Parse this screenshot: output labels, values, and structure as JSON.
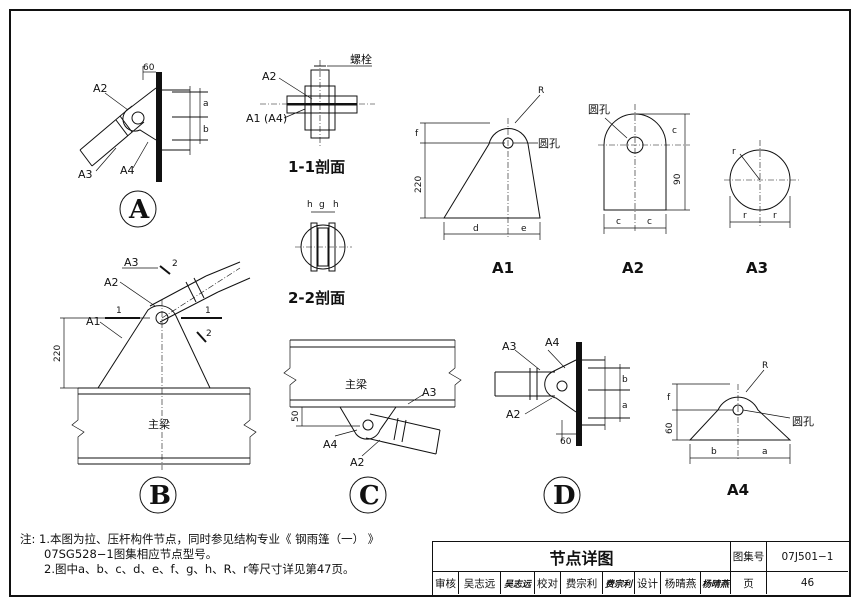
{
  "labels": {
    "A": "A",
    "B": "B",
    "C": "C",
    "D": "D",
    "section_1": "1-1剖面",
    "section_2": "2-2剖面",
    "bolt": "螺栓",
    "round_hole": "圆孔",
    "main_beam": "主梁",
    "a1": "A1",
    "a2": "A2",
    "a3": "A3",
    "a4": "A4",
    "a1a4": "A1 (A4)",
    "one": "1",
    "two": "2"
  },
  "dims": {
    "d60": "60",
    "d220": "220",
    "d90": "90",
    "d50": "50",
    "a": "a",
    "b": "b",
    "c": "c",
    "d": "d",
    "e": "e",
    "f": "f",
    "g": "g",
    "h": "h",
    "R": "R",
    "r": "r"
  },
  "notes": {
    "prefix": "注:",
    "line1": "1.本图为拉、压杆构件节点，同时参见结构专业《 钢雨篷（一） 》",
    "line2": "07SG528−1图集相应节点型号。",
    "line3": "2.图中a、b、c、d、e、f、g、h、R、r等尺寸详见第47页。"
  },
  "title_block": {
    "title": "节点详图",
    "atlas_label": "图集号",
    "atlas_no": "07J501−1",
    "review_label": "审核",
    "reviewer": "吴志远",
    "reviewer_sig": "吴志远",
    "check_label": "校对",
    "checker": "费宗利",
    "checker_sig": "费宗利",
    "design_label": "设计",
    "designer": "杨晴燕",
    "designer_sig": "杨晴燕",
    "page_label": "页",
    "page_no": "46"
  }
}
